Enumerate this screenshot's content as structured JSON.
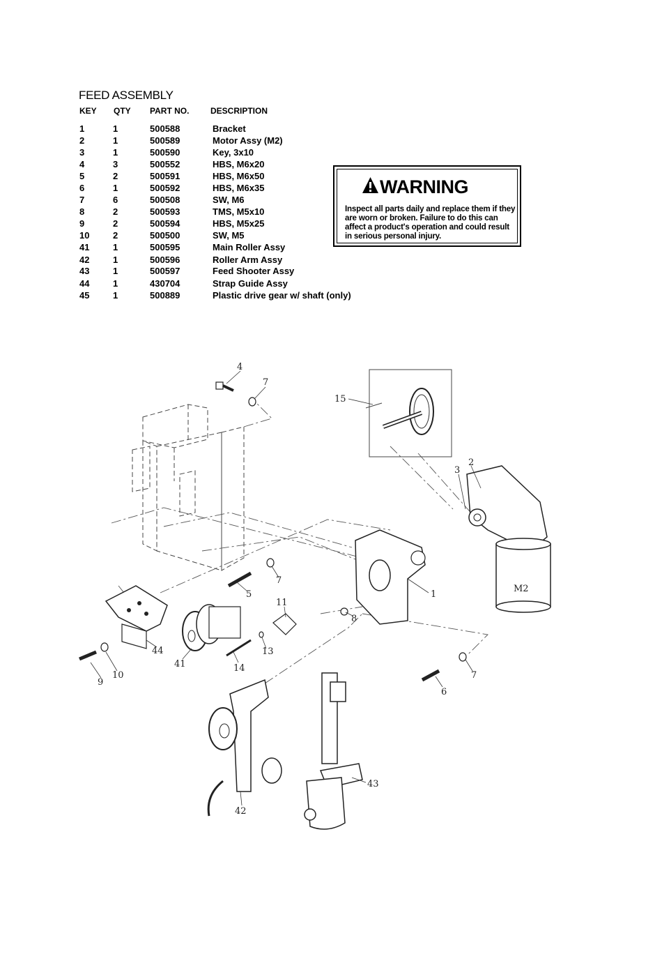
{
  "title": "FEED ASSEMBLY",
  "headers": {
    "key": "KEY",
    "qty": "QTY",
    "part": "PART NO.",
    "desc": "DESCRIPTION"
  },
  "parts": [
    {
      "key": "1",
      "qty": "1",
      "part": "500588",
      "desc": "Bracket"
    },
    {
      "key": "2",
      "qty": "1",
      "part": "500589",
      "desc": "Motor Assy (M2)"
    },
    {
      "key": "3",
      "qty": "1",
      "part": "500590",
      "desc": "Key, 3x10"
    },
    {
      "key": "4",
      "qty": "3",
      "part": "500552",
      "desc": "HBS, M6x20"
    },
    {
      "key": "5",
      "qty": "2",
      "part": "500591",
      "desc": "HBS, M6x50"
    },
    {
      "key": "6",
      "qty": "1",
      "part": "500592",
      "desc": "HBS, M6x35"
    },
    {
      "key": "7",
      "qty": "6",
      "part": "500508",
      "desc": "SW, M6"
    },
    {
      "key": "8",
      "qty": "2",
      "part": "500593",
      "desc": "TMS, M5x10"
    },
    {
      "key": "9",
      "qty": "2",
      "part": "500594",
      "desc": "HBS, M5x25"
    },
    {
      "key": "10",
      "qty": "2",
      "part": "500500",
      "desc": "SW, M5"
    },
    {
      "key": "41",
      "qty": "1",
      "part": "500595",
      "desc": "Main Roller Assy"
    },
    {
      "key": "42",
      "qty": "1",
      "part": "500596",
      "desc": "Roller Arm Assy"
    },
    {
      "key": "43",
      "qty": "1",
      "part": "500597",
      "desc": "Feed Shooter Assy"
    },
    {
      "key": "44",
      "qty": "1",
      "part": "430704",
      "desc": "Strap Guide Assy"
    },
    {
      "key": "45",
      "qty": "1",
      "part": "500889",
      "desc": "Plastic drive gear w/ shaft (only)"
    }
  ],
  "warning": {
    "title": "WARNING",
    "text": "Inspect all parts daily and replace them if they are worn or broken. Failure to do this can affect a product's operation and could result in serious personal injury."
  },
  "diagram_labels": {
    "l1": "1",
    "l2": "2",
    "l3": "3",
    "l4": "4",
    "l5": "5",
    "l6": "6",
    "l7a": "7",
    "l7b": "7",
    "l7c": "7",
    "l8": "8",
    "l9": "9",
    "l10": "10",
    "l11": "11",
    "l13": "13",
    "l14": "14",
    "l15": "15",
    "l41": "41",
    "l42": "42",
    "l43": "43",
    "l44": "44",
    "m2": "M2"
  }
}
